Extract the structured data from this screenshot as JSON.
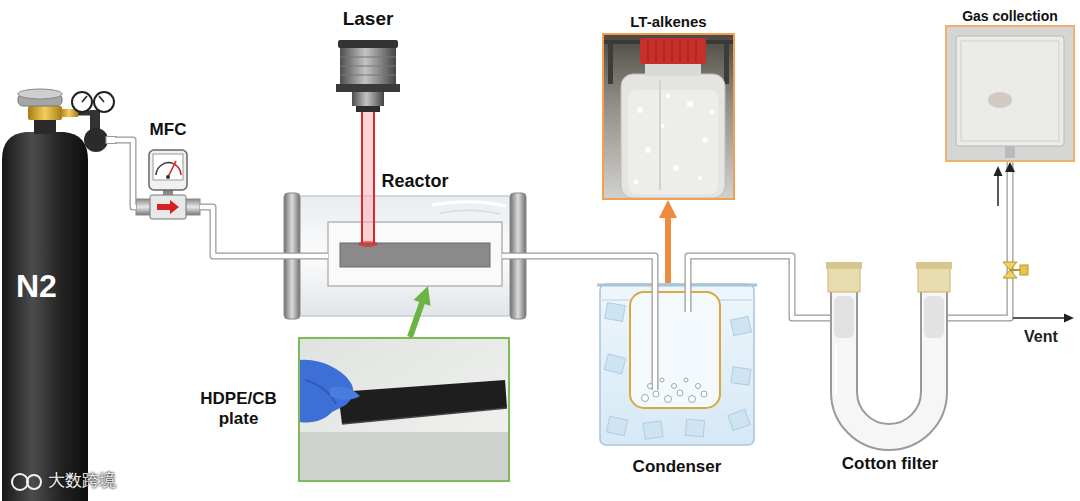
{
  "diagram": {
    "nodes": [
      {
        "text": [
          "N2"
        ]
      },
      {
        "text": [
          "MFC"
        ]
      },
      {
        "text": [
          "Laser"
        ]
      },
      {
        "text": [
          "Reactor"
        ]
      },
      {
        "text": [
          "LT-alkenes"
        ]
      },
      {
        "text": [
          "Gas collection"
        ]
      },
      {
        "text": [
          "HDPE/CB plate"
        ]
      },
      {
        "text": [
          "Condenser"
        ]
      },
      {
        "text": [
          "Cotton filter"
        ]
      }
    ],
    "edges": [
      {
        "from": 0,
        "to": 1,
        "arrow": "none"
      },
      {
        "from": 1,
        "to": 3,
        "arrow": "none"
      },
      {
        "from": 2,
        "to": 3,
        "arrow": "none"
      },
      {
        "from": 3,
        "to": 7,
        "arrow": "none"
      },
      {
        "from": 7,
        "to": 8,
        "arrow": "none"
      },
      {
        "from": 7,
        "to": 4,
        "arrow": "to"
      },
      {
        "from": 8,
        "to": 5,
        "arrow": "to"
      },
      {
        "from": 6,
        "to": 3,
        "arrow": "to"
      }
    ],
    "labels": [
      "Vent",
      "大数跨境"
    ]
  }
}
